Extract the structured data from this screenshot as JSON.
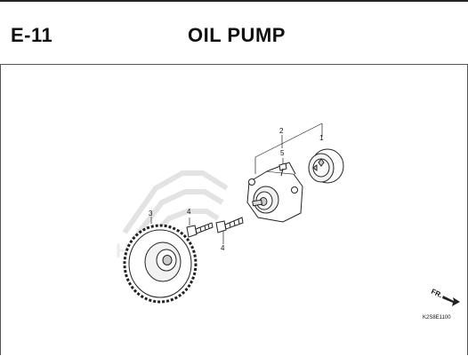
{
  "header": {
    "section_code": "E-11",
    "title": "OIL PUMP"
  },
  "diagram": {
    "callouts": [
      "1",
      "2",
      "3",
      "4",
      "4",
      "5"
    ],
    "direction_label": "FR.",
    "figure_code": "K2S8E1100"
  },
  "colors": {
    "line": "#222222",
    "watermark": "#e3e3e3"
  }
}
